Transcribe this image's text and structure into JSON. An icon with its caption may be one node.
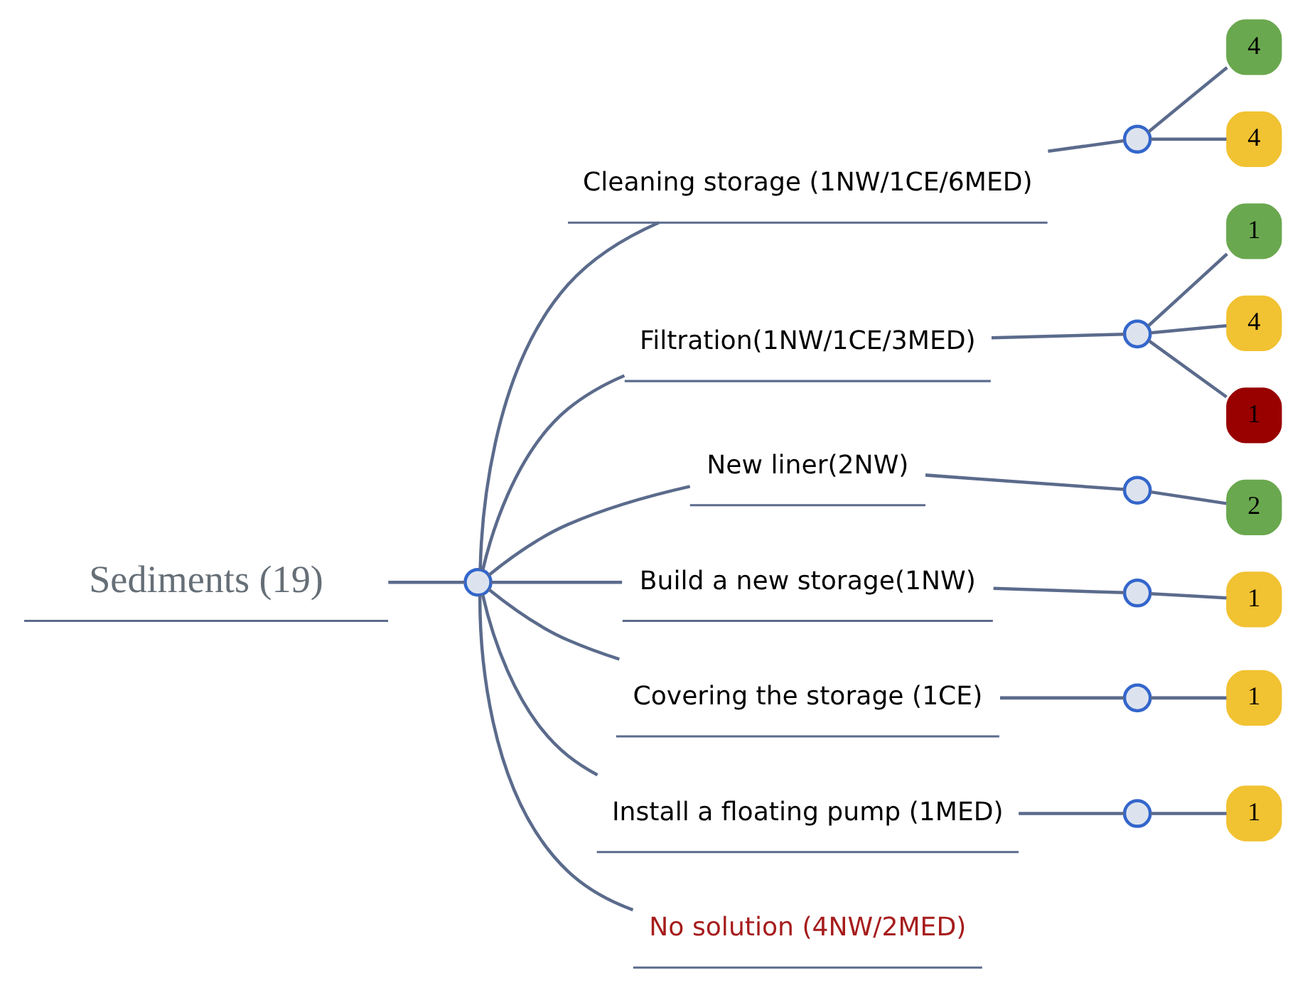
{
  "diagram": {
    "nodes": [
      {
        "text": [
          "Sediments (19)"
        ]
      },
      {
        "text": [],
        "shape": "circle"
      },
      {
        "text": [
          "Cleaning storage (1NW/1CE/6MED)"
        ]
      },
      {
        "text": [],
        "shape": "circle"
      },
      {
        "text": [
          "4"
        ]
      },
      {
        "text": [
          "4"
        ]
      },
      {
        "text": [
          "Filtration(1NW/1CE/3MED)"
        ]
      },
      {
        "text": [],
        "shape": "circle"
      },
      {
        "text": [
          "1"
        ]
      },
      {
        "text": [
          "4"
        ]
      },
      {
        "text": [
          "1"
        ]
      },
      {
        "text": [
          "New liner(2NW)"
        ]
      },
      {
        "text": [],
        "shape": "circle"
      },
      {
        "text": [
          "2"
        ]
      },
      {
        "text": [
          "Build a new storage(1NW)"
        ]
      },
      {
        "text": [],
        "shape": "circle"
      },
      {
        "text": [
          "1"
        ]
      },
      {
        "text": [
          "Covering the storage (1CE)"
        ]
      },
      {
        "text": [],
        "shape": "circle"
      },
      {
        "text": [
          "1"
        ]
      },
      {
        "text": [
          "Install a floating pump (1MED)"
        ]
      },
      {
        "text": [],
        "shape": "circle"
      },
      {
        "text": [
          "1"
        ]
      },
      {
        "text": [
          "No solution (4NW/2MED)"
        ]
      }
    ],
    "edges": [
      {
        "from": 0,
        "to": 1,
        "arrow": "none"
      },
      {
        "from": 1,
        "to": 2,
        "arrow": "none"
      },
      {
        "from": 2,
        "to": 3,
        "arrow": "none"
      },
      {
        "from": 3,
        "to": 4,
        "arrow": "none"
      },
      {
        "from": 3,
        "to": 5,
        "arrow": "none"
      },
      {
        "from": 1,
        "to": 6,
        "arrow": "none"
      },
      {
        "from": 6,
        "to": 7,
        "arrow": "none"
      },
      {
        "from": 7,
        "to": 8,
        "arrow": "none"
      },
      {
        "from": 7,
        "to": 9,
        "arrow": "none"
      },
      {
        "from": 7,
        "to": 10,
        "arrow": "none"
      },
      {
        "from": 1,
        "to": 11,
        "arrow": "none"
      },
      {
        "from": 11,
        "to": 12,
        "arrow": "none"
      },
      {
        "from": 12,
        "to": 13,
        "arrow": "none"
      },
      {
        "from": 1,
        "to": 14,
        "arrow": "none"
      },
      {
        "from": 14,
        "to": 15,
        "arrow": "none"
      },
      {
        "from": 15,
        "to": 16,
        "arrow": "none"
      },
      {
        "from": 1,
        "to": 17,
        "arrow": "none"
      },
      {
        "from": 17,
        "to": 18,
        "arrow": "none"
      },
      {
        "from": 18,
        "to": 19,
        "arrow": "none"
      },
      {
        "from": 1,
        "to": 20,
        "arrow": "none"
      },
      {
        "from": 20,
        "to": 21,
        "arrow": "none"
      },
      {
        "from": 21,
        "to": 22,
        "arrow": "none"
      },
      {
        "from": 1,
        "to": 23,
        "arrow": "none"
      }
    ]
  }
}
